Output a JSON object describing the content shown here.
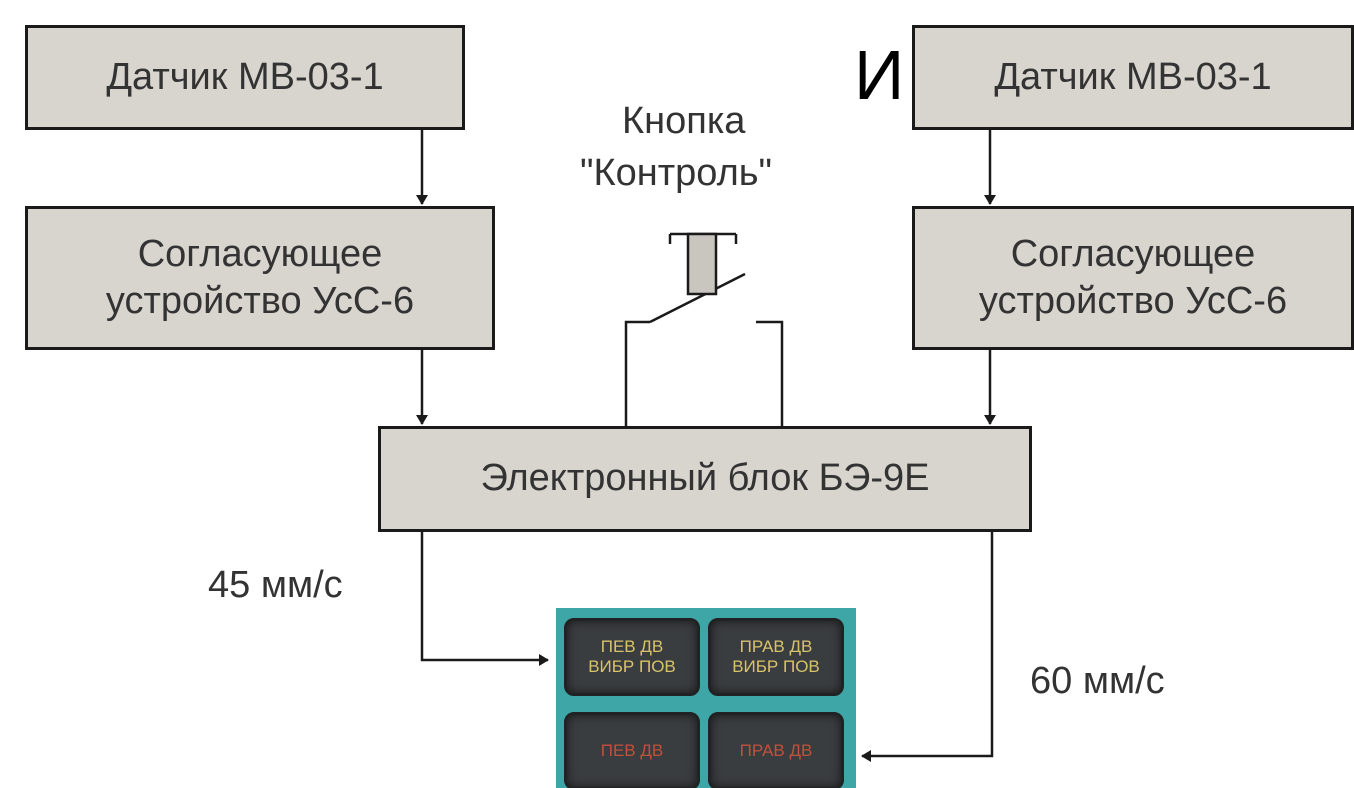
{
  "left_column": {
    "sensor": "Датчик МВ-03-1",
    "adapter_line1": "Согласующее",
    "adapter_line2": "устройство УсС-6"
  },
  "right_column": {
    "sensor": "Датчик МВ-03-1",
    "adapter_line1": "Согласующее",
    "adapter_line2": "устройство УсС-6"
  },
  "conjunction": "И",
  "control_button": {
    "line1": "Кнопка",
    "line2": "\"Контроль\""
  },
  "electronic_block": "Электронный блок БЭ-9Е",
  "thresholds": {
    "left": "45 мм/с",
    "right": "60 мм/с"
  },
  "panel": {
    "lamps": [
      {
        "line1": "ПЕВ ДВ",
        "line2": "ВИБР ПОВ",
        "color": "#d9c36a"
      },
      {
        "line1": "ПРАВ ДВ",
        "line2": "ВИБР ПОВ",
        "color": "#d9c36a"
      },
      {
        "line1": "",
        "line2": "ПЕВ ДВ",
        "color": "#c2503a"
      },
      {
        "line1": "",
        "line2": "ПРАВ ДВ",
        "color": "#c2503a"
      }
    ]
  },
  "colors": {
    "box_fill": "#d8d4ce",
    "panel_bg": "#3fa6a8",
    "wire": "#1a1a1a"
  }
}
